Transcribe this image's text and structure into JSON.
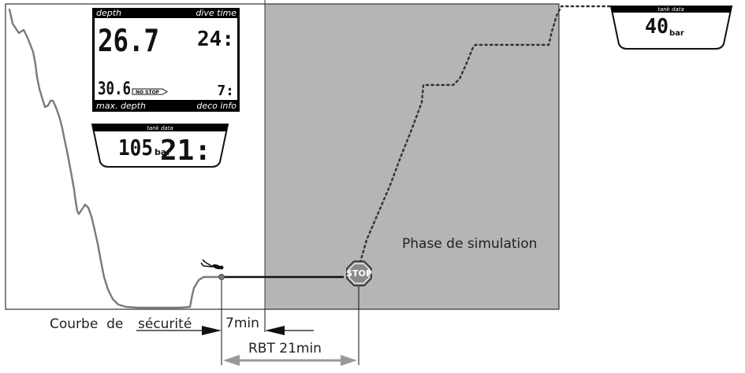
{
  "diagram": {
    "phase_label": "Phase de simulation",
    "safety_label_part1": "Courbe  de",
    "safety_label_part2": "sécurité",
    "time_label": "7min",
    "rbt_label": "RBT 21min",
    "stop_sign": "STOP"
  },
  "main_display": {
    "depth_label": "depth",
    "dive_time_label": "dive time",
    "depth_value": "26.7",
    "dive_time_value": "24:",
    "max_depth_value": "30.6",
    "no_stop_label": "NO STOP",
    "deco_value": "7:",
    "max_depth_label": "max. depth",
    "deco_info_label": "deco info"
  },
  "tank_display_1": {
    "header": "tank data",
    "pressure_value": "105",
    "pressure_unit": "bar",
    "rbt_value": "21:"
  },
  "tank_display_2": {
    "header": "tank data",
    "pressure_value": "40",
    "pressure_unit": "bar"
  },
  "colors": {
    "sim_area": "#b5b5b5",
    "profile": "#7a7a7a",
    "lcd_bg": "#000000"
  }
}
